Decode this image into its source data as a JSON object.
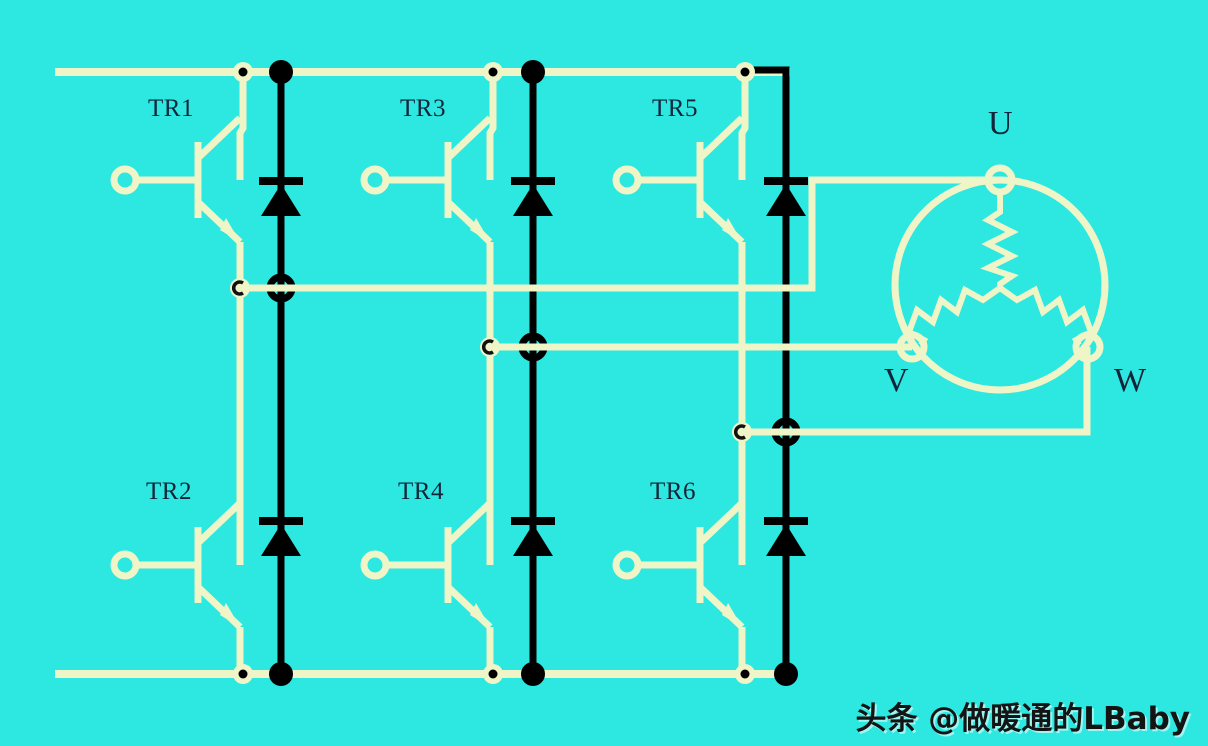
{
  "diagram": {
    "title": "Three-phase transistor inverter bridge driving a Y-connected motor",
    "colors": {
      "background": "#2ce8e0",
      "wire": "#f0f5c8",
      "diode": "#000000",
      "label_text": "#12243a",
      "watermark_text": "#141414"
    },
    "transistors": [
      {
        "id": "TR1",
        "label": "TR1",
        "type": "npn",
        "position": "leg1-high"
      },
      {
        "id": "TR2",
        "label": "TR2",
        "type": "npn",
        "position": "leg1-low"
      },
      {
        "id": "TR3",
        "label": "TR3",
        "type": "npn",
        "position": "leg2-high"
      },
      {
        "id": "TR4",
        "label": "TR4",
        "type": "npn",
        "position": "leg2-low"
      },
      {
        "id": "TR5",
        "label": "TR5",
        "type": "npn",
        "position": "leg3-high"
      },
      {
        "id": "TR6",
        "label": "TR6",
        "type": "npn",
        "position": "leg3-low"
      }
    ],
    "phase_terminals": [
      {
        "id": "U",
        "label": "U",
        "motor_terminal": "top"
      },
      {
        "id": "V",
        "label": "V",
        "motor_terminal": "lower-left"
      },
      {
        "id": "W",
        "label": "W",
        "motor_terminal": "lower-right"
      }
    ],
    "motor": {
      "type": "three-phase-induction-motor",
      "winding": "wye-star",
      "winding_count": 3
    },
    "rails": {
      "positive_label": "",
      "negative_label": ""
    },
    "diodes": {
      "count": 6,
      "orientation": "cathode-up",
      "description": "freewheeling diode anti-parallel with each transistor"
    }
  },
  "watermark": {
    "text": "头条 @做暖通的LBaby"
  }
}
